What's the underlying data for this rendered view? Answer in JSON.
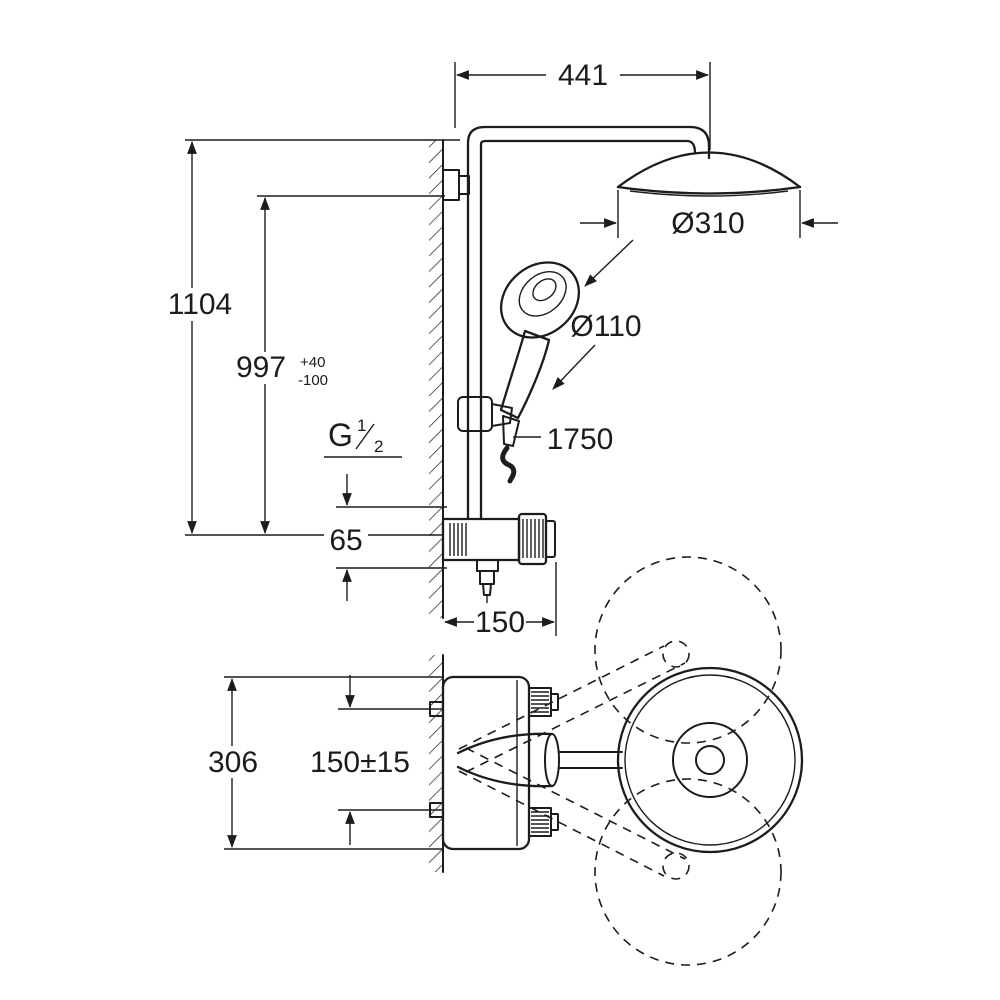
{
  "dimensions": {
    "arm_width": "441",
    "head_diameter": "Ø310",
    "hand_shower_diameter": "Ø110",
    "total_height": "1104",
    "supply_height": "997",
    "supply_height_tol_plus": "+40",
    "supply_height_tol_minus": "-100",
    "hose_length": "1750",
    "outlet_offset": "65",
    "wall_clearance": "150",
    "trim_height": "306",
    "connection_spread": "150±15"
  },
  "thread": {
    "letter": "G",
    "numerator": "1",
    "denominator": "2"
  },
  "colors": {
    "line": "#1c1c1c",
    "background": "#ffffff"
  }
}
